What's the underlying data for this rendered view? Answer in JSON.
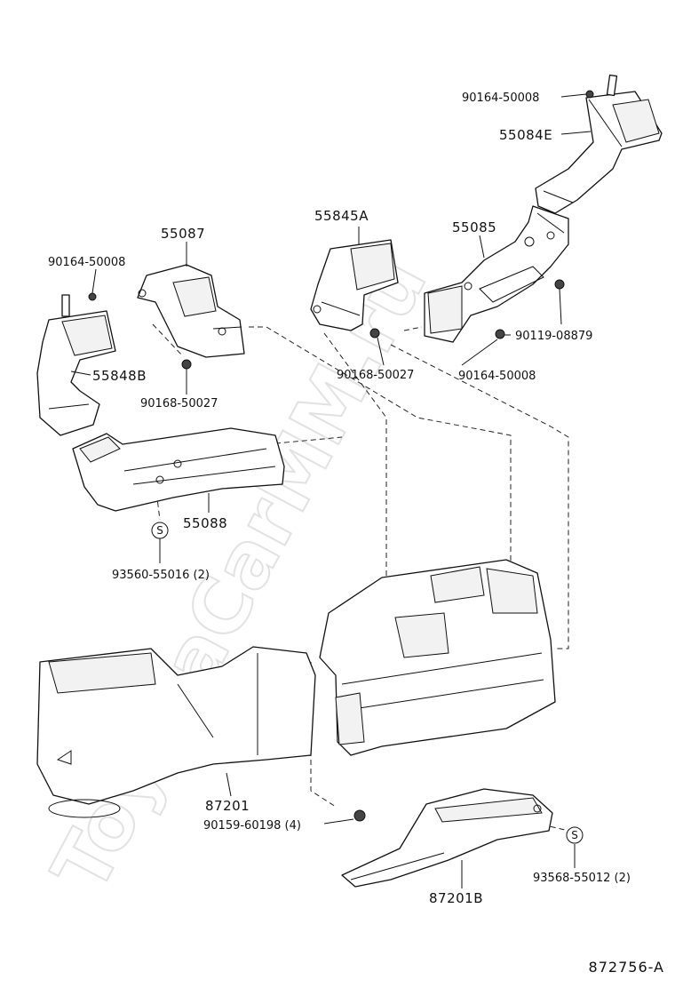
{
  "watermark": "ToyotaCarMM.ru",
  "catalog_id": "872756-A",
  "part_labels": {
    "p55084E": "55084E",
    "p55845A": "55845A",
    "p55085": "55085",
    "p55087": "55087",
    "p55848B": "55848B",
    "p55088": "55088",
    "p87201": "87201",
    "p87201B": "87201B"
  },
  "fastener_labels": {
    "f90164_top": "90164-50008",
    "f90164_left": "90164-50008",
    "f90168_left": "90168-50027",
    "f90168_mid": "90168-50027",
    "f90164_mid": "90164-50008",
    "f90119": "90119-08879",
    "f93560": "93560-55016 (2)",
    "f90159": "90159-60198 (4)",
    "f93568": "93568-55012 (2)"
  },
  "symbols": {
    "s_mark": "S"
  }
}
